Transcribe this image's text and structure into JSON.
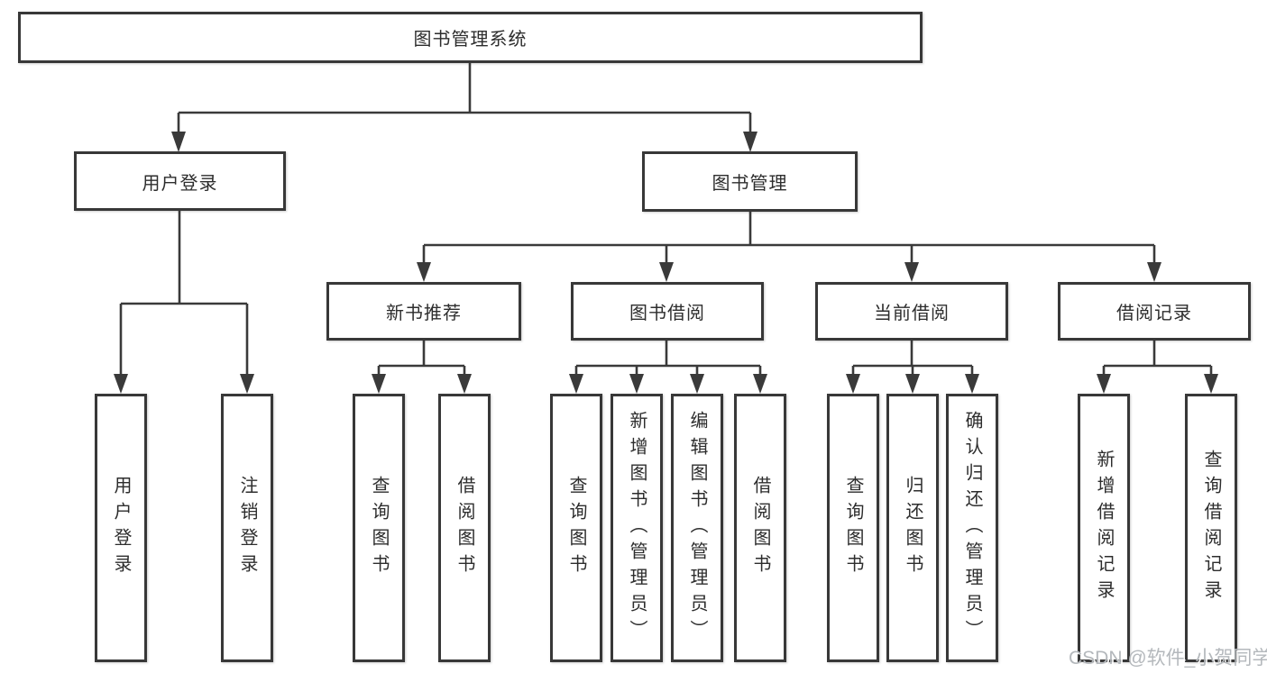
{
  "tree": {
    "root": "图书管理系统",
    "branches": [
      {
        "label": "用户登录",
        "children": [
          "用户登录",
          "注销登录"
        ]
      },
      {
        "label": "图书管理",
        "children": [
          {
            "label": "新书推荐",
            "children": [
              "查询图书",
              "借阅图书"
            ]
          },
          {
            "label": "图书借阅",
            "children": [
              "查询图书",
              "新增图书（管理员）",
              "编辑图书（管理员）",
              "借阅图书"
            ]
          },
          {
            "label": "当前借阅",
            "children": [
              "查询图书",
              "归还图书",
              "确认归还（管理员）"
            ]
          },
          {
            "label": "借阅记录",
            "children": [
              "新增借阅记录",
              "查询借阅记录"
            ]
          }
        ]
      }
    ]
  },
  "watermark": "CSDN @软件_小贺同学",
  "colors": {
    "line": "#3a3a3a",
    "box_border": "#383838",
    "text": "#2d2d2d",
    "background": "#ffffff",
    "watermark": "#b4b8bc"
  }
}
